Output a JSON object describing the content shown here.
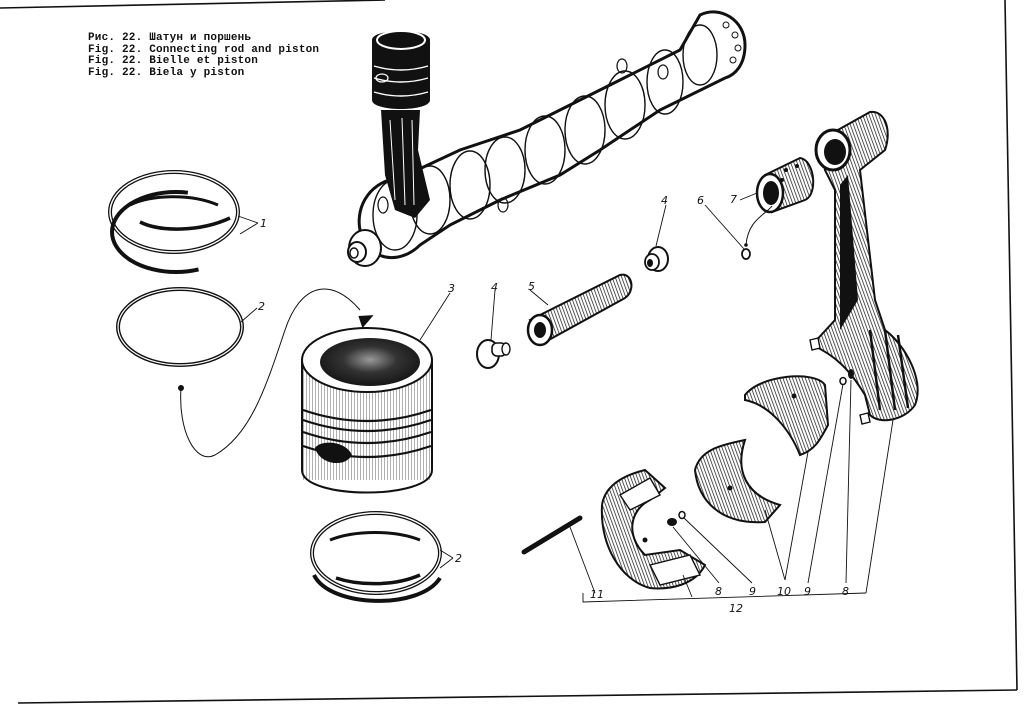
{
  "caption": {
    "lines": [
      "Рис. 22. Шатун и поршень",
      "Fig. 22. Connecting rod and piston",
      "Fig. 22. Bielle et piston",
      "Fig. 22. Biela y piston"
    ]
  },
  "callouts": {
    "compression_rings": "1",
    "oil_ring_upper": "2",
    "oil_rings_lower": "2",
    "piston": "3",
    "pin_plug_left": "4",
    "pin_plug_right": "4",
    "piston_pin": "5",
    "bushing_lock": "6",
    "small_end_bushing": "7",
    "nut_left": "8",
    "nut_right": "8",
    "washer_left": "9",
    "washer_right": "9",
    "bearing_shells": "10",
    "bolt": "11",
    "connecting_rod_assembly": "12"
  },
  "colors": {
    "ink": "#111111",
    "paper": "#ffffff"
  }
}
